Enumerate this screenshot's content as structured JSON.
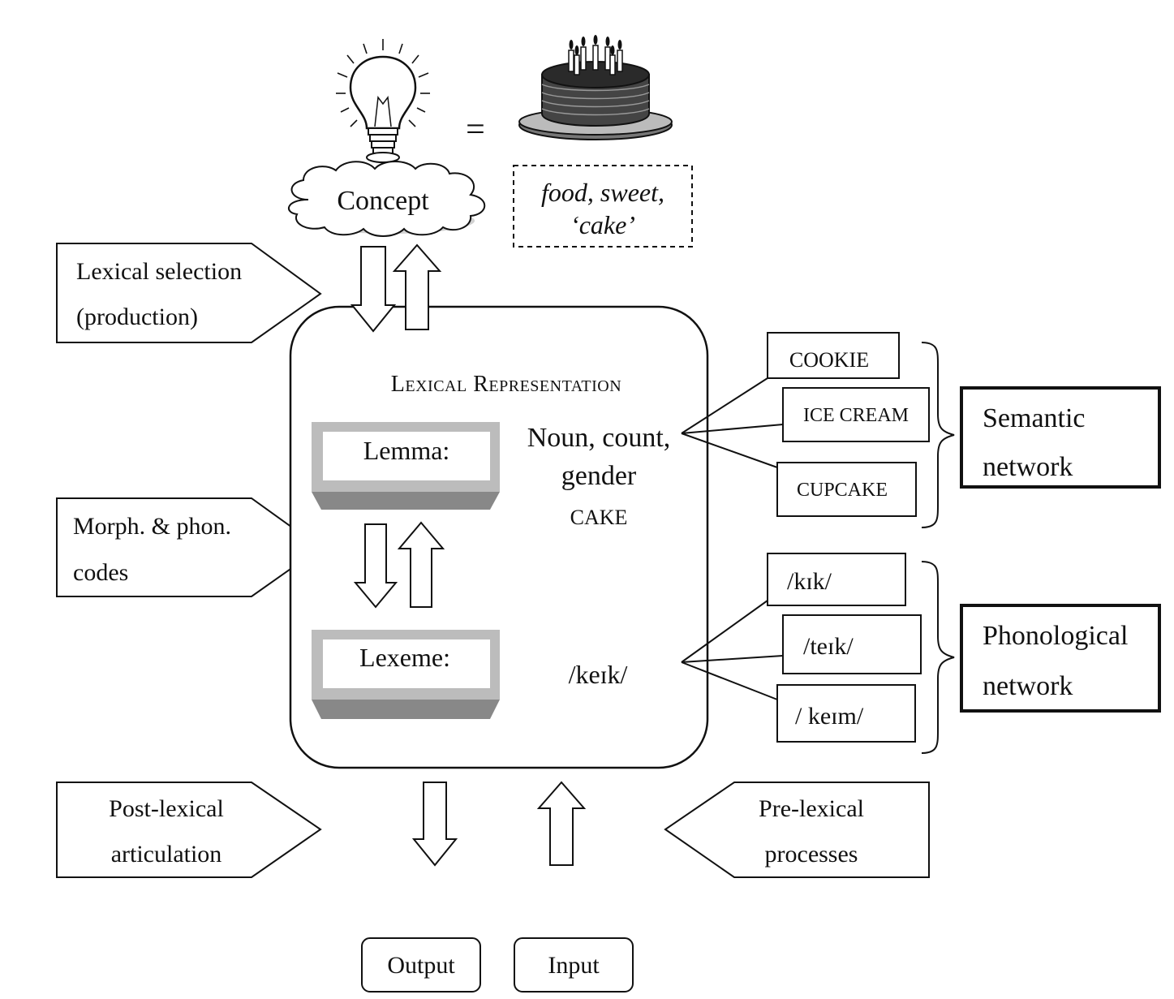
{
  "concept": {
    "cloud_label": "Concept",
    "equals_sign": "=",
    "features_line1": "food, sweet,",
    "features_line2": "‘cake’",
    "lightbulb_icon": "lightbulb-icon",
    "cake_icon": "cake-icon"
  },
  "left_labels": {
    "lexical_selection_line1": "Lexical selection",
    "lexical_selection_line2": "(production)",
    "morph_phon_line1": "Morph. & phon.",
    "morph_phon_line2": "codes",
    "post_lexical_line1": "Post-lexical",
    "post_lexical_line2": "articulation"
  },
  "right_labels": {
    "pre_lexical_line1": "Pre-lexical",
    "pre_lexical_line2": "processes"
  },
  "lexical_representation": {
    "title": "Lexical Representation",
    "lemma_label": "Lemma:",
    "lemma_info_line1": "Noun, count,",
    "lemma_info_line2": "gender",
    "lemma_info_line3": "CAKE",
    "lexeme_label": "Lexeme:",
    "lexeme_info": "/keɪk/"
  },
  "semantic_network": {
    "title_line1": "Semantic",
    "title_line2": "network",
    "items": [
      "COOKIE",
      "ICE CREAM",
      "CUPCAKE"
    ]
  },
  "phonological_network": {
    "title_line1": "Phonological",
    "title_line2": "network",
    "items": [
      "/kɪk/",
      "/teɪk/",
      "/ keɪm/"
    ]
  },
  "bottom": {
    "output_label": "Output",
    "input_label": "Input"
  }
}
